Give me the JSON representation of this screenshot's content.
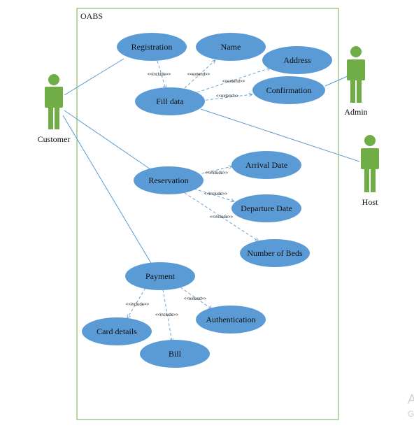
{
  "system": {
    "title": "OABS"
  },
  "colors": {
    "ellipse_fill": "#5b9bd5",
    "boundary": "#70ad47",
    "actor": "#70ad47",
    "association_line": "#5b9bd5",
    "dependency_line": "#5b9bd5"
  },
  "actors": {
    "customer": "Customer",
    "admin": "Admin",
    "host": "Host"
  },
  "use_cases": {
    "registration": "Registration",
    "name": "Name",
    "address": "Address",
    "fill_data": "Fill data",
    "confirmation": "Confirmation",
    "reservation": "Reservation",
    "arrival_date": "Arrival Date",
    "departure_date": "Departure Date",
    "number_of_beds": "Number of Beds",
    "payment": "Payment",
    "card_details": "Card details",
    "authentication": "Authentication",
    "bill": "Bill"
  },
  "stereotypes": {
    "include": "<<include>>",
    "extend": "<<extend>>"
  },
  "watermark": {
    "line1": "A",
    "line2": "G"
  }
}
